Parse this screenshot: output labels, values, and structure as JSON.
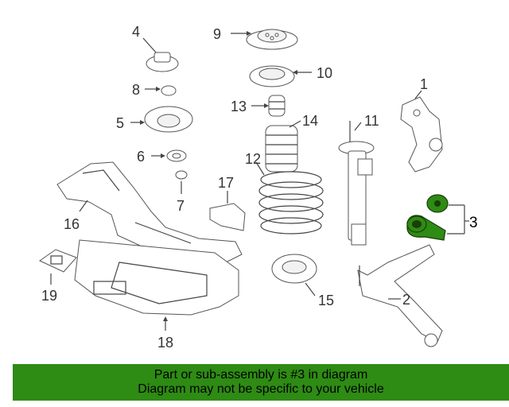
{
  "callouts": {
    "c1": "1",
    "c2": "2",
    "c3": "3",
    "c4": "4",
    "c5": "5",
    "c6": "6",
    "c7": "7",
    "c8": "8",
    "c9": "9",
    "c10": "10",
    "c11": "11",
    "c12": "12",
    "c13": "13",
    "c14": "14",
    "c15": "15",
    "c16": "16",
    "c17": "17",
    "c18": "18",
    "c19": "19"
  },
  "banner": {
    "line1": "Part or sub-assembly is #3 in diagram",
    "line2": "Diagram may not be specific to your vehicle"
  },
  "colors": {
    "highlight": "#2e8b14",
    "banner": "#2e8b14"
  }
}
